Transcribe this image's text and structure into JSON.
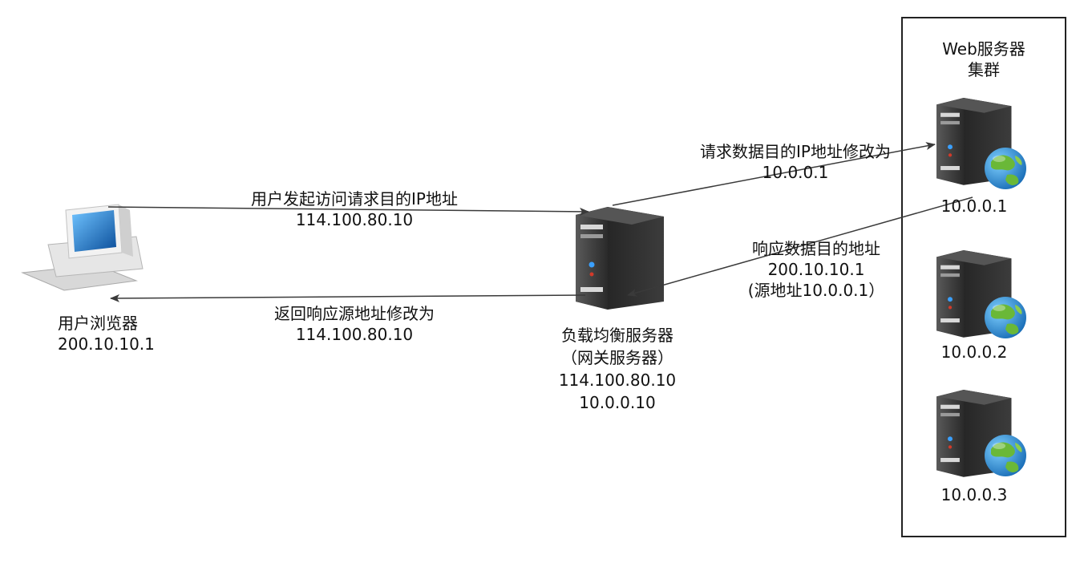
{
  "colors": {
    "line": "#3a3a3a",
    "server_body": "#2b2b2b",
    "server_front": "#4a4a4a",
    "globe_water": "#2a8fd6",
    "globe_land": "#7cc03e",
    "monitor_screen": "#1a73c9"
  },
  "client": {
    "icon": "desktop-computer-icon",
    "name": "用户浏览器",
    "ip": "200.10.10.1"
  },
  "gateway": {
    "icon": "server-icon",
    "name": "负载均衡服务器",
    "subtitle": "（网关服务器）",
    "ip_public": "114.100.80.10",
    "ip_private": "10.0.0.10"
  },
  "cluster": {
    "title_line1": "Web服务器",
    "title_line2": "集群",
    "servers": [
      {
        "icon": "web-server-globe-icon",
        "ip": "10.0.0.1"
      },
      {
        "icon": "web-server-globe-icon",
        "ip": "10.0.0.2"
      },
      {
        "icon": "web-server-globe-icon",
        "ip": "10.0.0.3"
      }
    ]
  },
  "arrows": {
    "request_in": {
      "line1": "用户发起访问请求目的IP地址",
      "line2": "114.100.80.10"
    },
    "request_forward": {
      "line1": "请求数据目的IP地址修改为",
      "line2": "10.0.0.1"
    },
    "response_in": {
      "line1": "响应数据目的地址",
      "line2": "200.10.10.1",
      "line3": "(源地址10.0.0.1）"
    },
    "response_out": {
      "line1": "返回响应源地址修改为",
      "line2": "114.100.80.10"
    }
  }
}
